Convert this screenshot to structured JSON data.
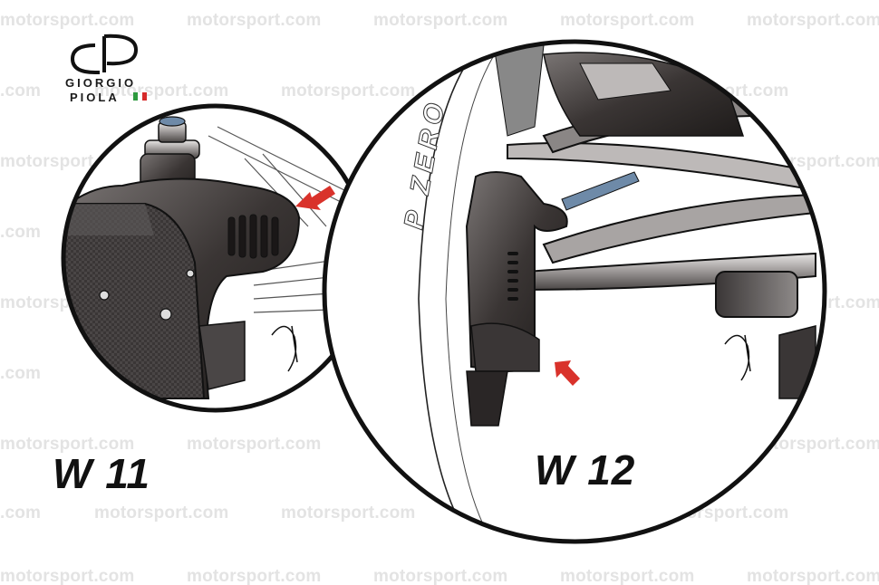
{
  "watermark": {
    "text_full": "motorsport.com",
    "text_short": ".com"
  },
  "logo": {
    "line1": "GIORGIO",
    "line2": "PIOLA",
    "flag_colors": [
      "#2e9a3f",
      "#ffffff",
      "#d62b2b"
    ]
  },
  "labels": {
    "left": "W 11",
    "right": "W 12"
  },
  "tyre_text": "P ZERO",
  "colors": {
    "arrow": "#d9322b",
    "ink": "#111111",
    "watermark": "#e3e3e3"
  }
}
